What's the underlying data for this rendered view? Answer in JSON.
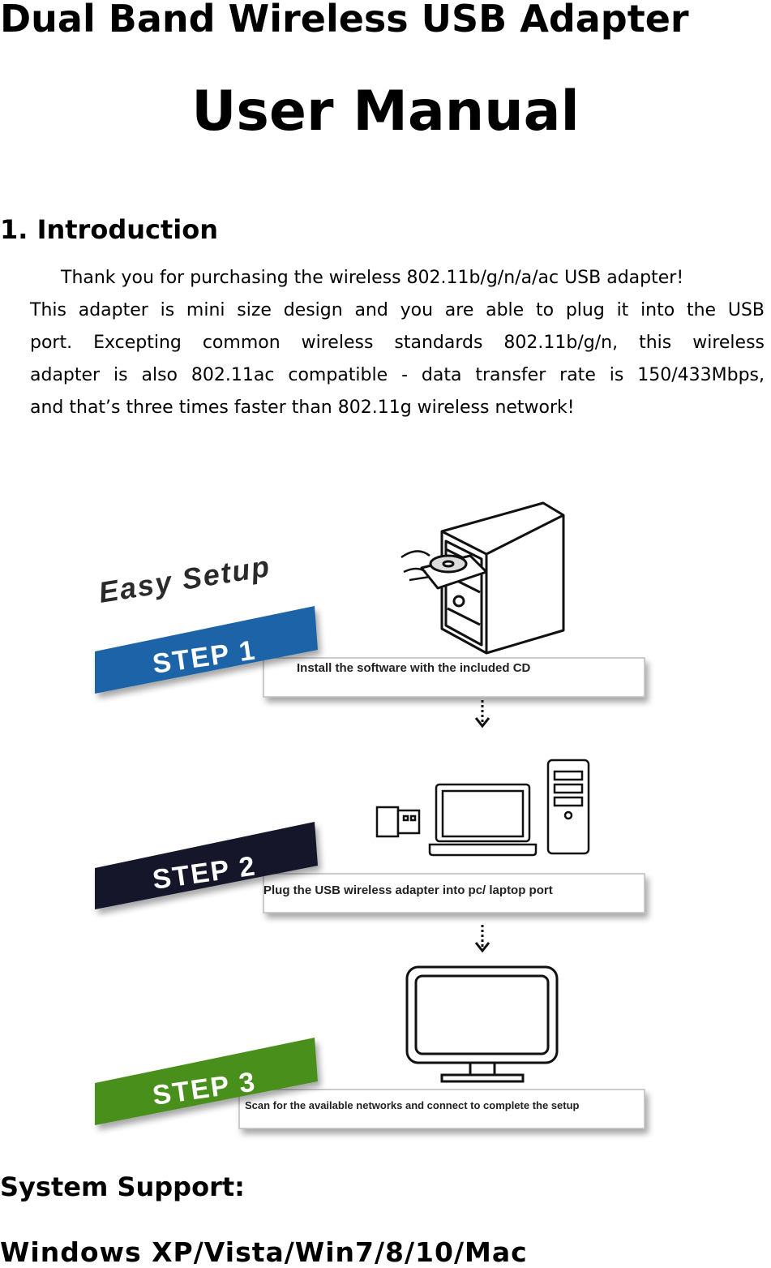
{
  "document": {
    "title": "Dual Band Wireless USB Adapter",
    "subtitle": "User Manual"
  },
  "introduction": {
    "heading": "1. Introduction",
    "lines": [
      "Thank you for purchasing the wireless 802.11b/g/n/a/ac USB adapter!",
      "This adapter is mini size design and you are able to plug it into the USB",
      "port. Excepting common wireless standards 802.11b/g/n, this wireless",
      "adapter is also 802.11ac compatible - data transfer rate is 150/433Mbps,",
      "and that’s three times faster than 802.11g wireless network!"
    ]
  },
  "easy_setup": {
    "heading": "Easy Setup",
    "steps": [
      {
        "label": "STEP 1",
        "text": "Install the software with the included CD",
        "color": "#1a63a8"
      },
      {
        "label": "STEP 2",
        "text": "Plug the USB wireless adapter into pc/ laptop port",
        "color": "#12142a"
      },
      {
        "label": "STEP 3",
        "text": "Scan for the available networks and connect to complete the setup",
        "color": "#4a8f1c"
      }
    ]
  },
  "system_support": {
    "heading": "System Support:",
    "os": "Windows XP/Vista/Win7/8/10/Mac"
  }
}
